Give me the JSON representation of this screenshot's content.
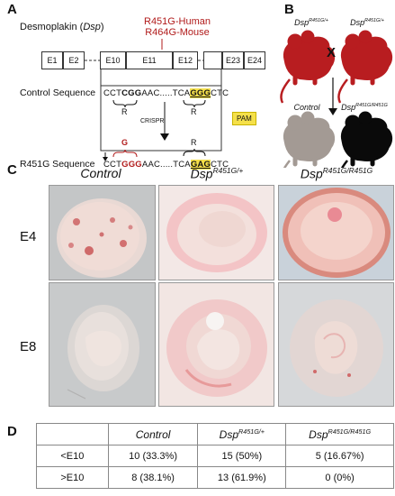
{
  "panels": {
    "a": "A",
    "b": "B",
    "c": "C",
    "d": "D"
  },
  "panel_a": {
    "gene_title_prefix": "Desmoplakin (",
    "gene_symbol": "Dsp",
    "gene_title_suffix": ")",
    "mutation_human": "R451G-Human",
    "mutation_mouse": "R464G-Mouse",
    "exons": [
      "E1",
      "E2",
      "E10",
      "E11",
      "E12",
      "E23",
      "E24"
    ],
    "control_label": "Control Sequence",
    "r451g_label": "R451G Sequence",
    "control_seq": {
      "pre": "CCT",
      "codon": "CGG",
      "mid": "AAC.....TCA",
      "pam": "GGG",
      "post": "CTC"
    },
    "r451g_seq": {
      "pre": "CCT",
      "codon": "GGG",
      "mid": "AAC.....TCA",
      "pam": "GAG",
      "post": "CTC"
    },
    "aa_control": "R",
    "aa_mutant": "G",
    "aa_pam": "R",
    "crispr_label": "CRISPR",
    "pam_label": "PAM"
  },
  "panel_b": {
    "parent_left": "Dsp",
    "parent_left_sup": "R451G/+",
    "parent_right": "Dsp",
    "parent_right_sup": "R451G/+",
    "cross": "X",
    "child_control": "Control",
    "child_mutant": "Dsp",
    "child_mutant_sup": "R451G/R451G",
    "colors": {
      "het": "#b81d20",
      "control": "#a39a94",
      "homo": "#0a0a0a"
    }
  },
  "panel_c": {
    "columns": [
      {
        "name": "Control",
        "sup": ""
      },
      {
        "name": "Dsp",
        "sup": "R451G/+"
      },
      {
        "name": "Dsp",
        "sup": "R451G/R451G"
      }
    ],
    "rows": [
      "E4",
      "E8"
    ]
  },
  "panel_d": {
    "headers": [
      {
        "name": "Control",
        "sup": ""
      },
      {
        "name": "Dsp",
        "sup": "R451G/+"
      },
      {
        "name": "Dsp",
        "sup": "R451G/R451G"
      }
    ],
    "rows": [
      {
        "label": "<E10",
        "cells": [
          "10 (33.3%)",
          "15 (50%)",
          "5 (16.67%)"
        ]
      },
      {
        "label": ">E10",
        "cells": [
          "8 (38.1%)",
          "13 (61.9%)",
          "0 (0%)"
        ]
      }
    ]
  }
}
